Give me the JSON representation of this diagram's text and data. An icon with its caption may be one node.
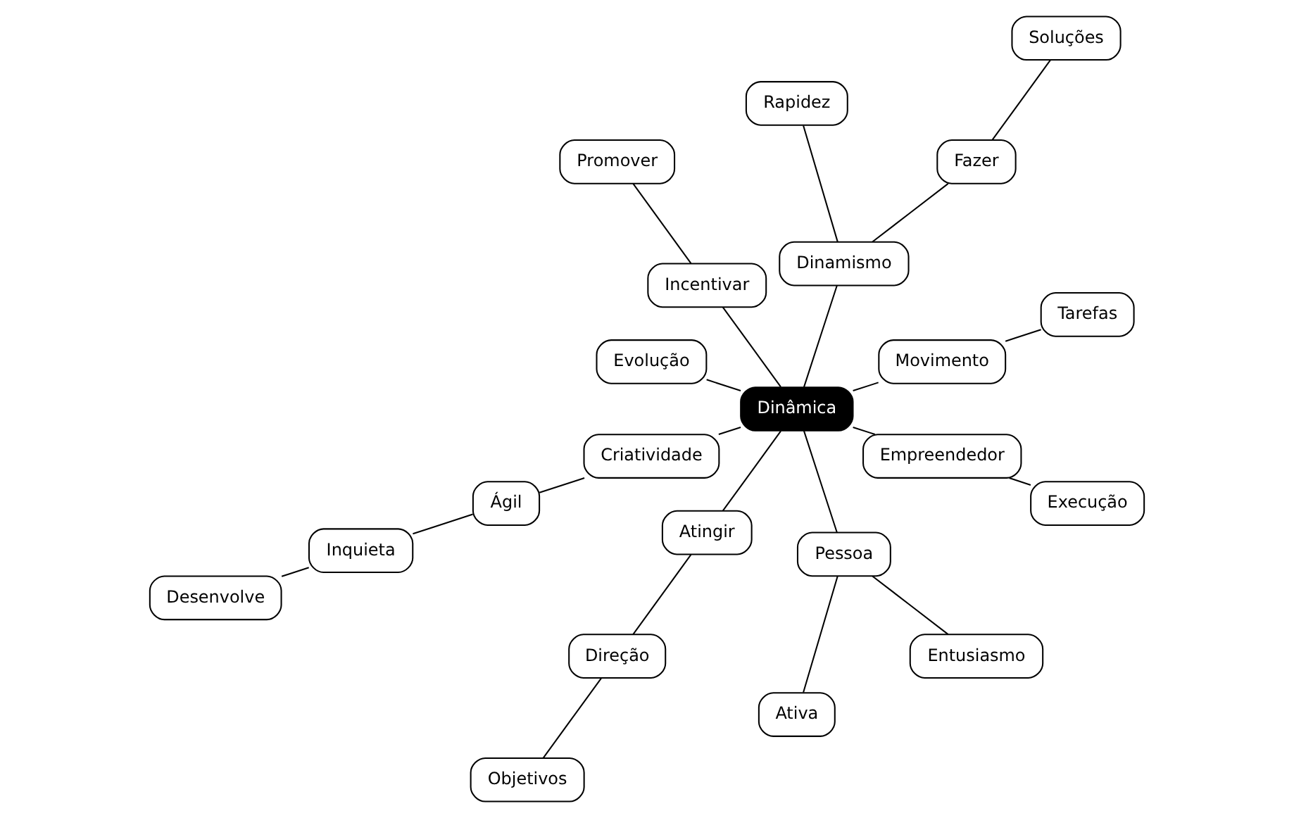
{
  "diagram": {
    "nodes": [
      {
        "text": [
          "Dinâmica"
        ]
      },
      {
        "text": [
          "Desenvolve"
        ]
      },
      {
        "text": [
          "Tarefas"
        ]
      },
      {
        "text": [
          "Soluções"
        ]
      },
      {
        "text": [
          "Promover"
        ]
      },
      {
        "text": [
          "Inquieta"
        ]
      },
      {
        "text": [
          "Movimento"
        ]
      },
      {
        "text": [
          "Fazer"
        ]
      },
      {
        "text": [
          "Dinamismo"
        ]
      },
      {
        "text": [
          "Incentivar"
        ]
      },
      {
        "text": [
          "Ágil"
        ]
      },
      {
        "text": [
          "Rapidez"
        ]
      },
      {
        "text": [
          "Evolução"
        ]
      },
      {
        "text": [
          "Criatividade"
        ]
      },
      {
        "text": [
          "Atingir"
        ]
      },
      {
        "text": [
          "Pessoa"
        ]
      },
      {
        "text": [
          "Empreendedor"
        ]
      },
      {
        "text": [
          "Ativa"
        ]
      },
      {
        "text": [
          "Direção"
        ]
      },
      {
        "text": [
          "Entusiasmo"
        ]
      },
      {
        "text": [
          "Execução"
        ]
      },
      {
        "text": [
          "Objetivos"
        ]
      }
    ],
    "edges": [
      {
        "from": 0,
        "to": 9,
        "arrow": "none"
      },
      {
        "from": 9,
        "to": 4,
        "arrow": "none"
      },
      {
        "from": 0,
        "to": 6,
        "arrow": "none"
      },
      {
        "from": 6,
        "to": 2,
        "arrow": "none"
      },
      {
        "from": 0,
        "to": 8,
        "arrow": "none"
      },
      {
        "from": 8,
        "to": 7,
        "arrow": "none"
      },
      {
        "from": 7,
        "to": 3,
        "arrow": "none"
      },
      {
        "from": 8,
        "to": 11,
        "arrow": "none"
      },
      {
        "from": 0,
        "to": 12,
        "arrow": "none"
      },
      {
        "from": 0,
        "to": 15,
        "arrow": "none"
      },
      {
        "from": 15,
        "to": 17,
        "arrow": "none"
      },
      {
        "from": 15,
        "to": 19,
        "arrow": "none"
      },
      {
        "from": 0,
        "to": 14,
        "arrow": "none"
      },
      {
        "from": 14,
        "to": 18,
        "arrow": "none"
      },
      {
        "from": 18,
        "to": 21,
        "arrow": "none"
      },
      {
        "from": 0,
        "to": 13,
        "arrow": "none"
      },
      {
        "from": 0,
        "to": 16,
        "arrow": "none"
      },
      {
        "from": 13,
        "to": 10,
        "arrow": "none"
      },
      {
        "from": 10,
        "to": 5,
        "arrow": "none"
      },
      {
        "from": 5,
        "to": 1,
        "arrow": "none"
      },
      {
        "from": 16,
        "to": 20,
        "arrow": "none"
      }
    ]
  }
}
